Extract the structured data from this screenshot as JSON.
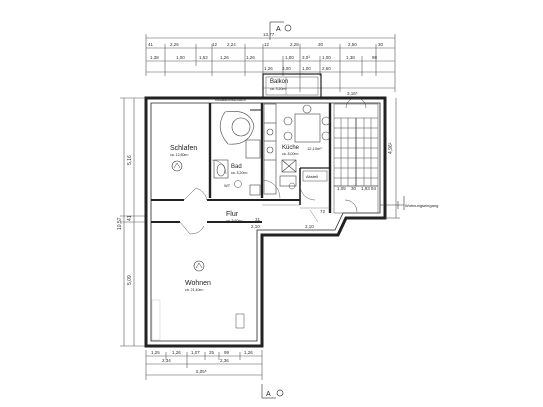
{
  "plan": {
    "section_marker": "A",
    "rooms": {
      "schlafen": {
        "name": "Schlafen",
        "area": "ca. 12,80m²"
      },
      "bad": {
        "name": "Bad",
        "area": "ca. 5,20m²"
      },
      "kueche": {
        "name": "Küche",
        "area": "ca. 8,00m²",
        "note": "12,10m²"
      },
      "flur": {
        "name": "Flur",
        "area": "ca. 5,60m²"
      },
      "wohnen": {
        "name": "Wohnen",
        "area": "ca. 21,40m²"
      },
      "balkon": {
        "name": "Balkon",
        "area": "ca. 3,20m²"
      },
      "abstell": {
        "name": "Abstell"
      }
    },
    "labels": {
      "schacht": "Installationsschacht",
      "eingang": "Wohnungseingang",
      "wall_note": "WT",
      "dim_right_marker": "4,96²"
    },
    "dims": {
      "top_total": "13,77",
      "top_row2": [
        "41",
        "2,26",
        "12",
        "2,24",
        "12",
        "2,28",
        "30",
        "2,50",
        "30"
      ],
      "top_row3": [
        "1,38",
        "1,00",
        "1,52",
        "1,26",
        "1,26",
        "1,00",
        "3,0³",
        "1,00",
        "1,38",
        "98"
      ],
      "balkon_row": [
        "1,26",
        "3,00",
        "1,00",
        "2,60"
      ],
      "left_total": "10,57",
      "left_upper": "5,16",
      "left_lower": "5,09",
      "left_mid": "41",
      "bottom_row1": [
        "1,25",
        "1,26",
        "1,07",
        "25",
        "99",
        "1,26"
      ],
      "bottom_row2": [
        "2,34",
        "2,36"
      ],
      "bottom_total": "5,05⁵",
      "right_dim": "3,16⁵",
      "flur_dims": [
        "2,10",
        "31",
        "2,10",
        "72"
      ],
      "small": [
        "1,05",
        "30",
        "1,93",
        "94"
      ]
    }
  }
}
